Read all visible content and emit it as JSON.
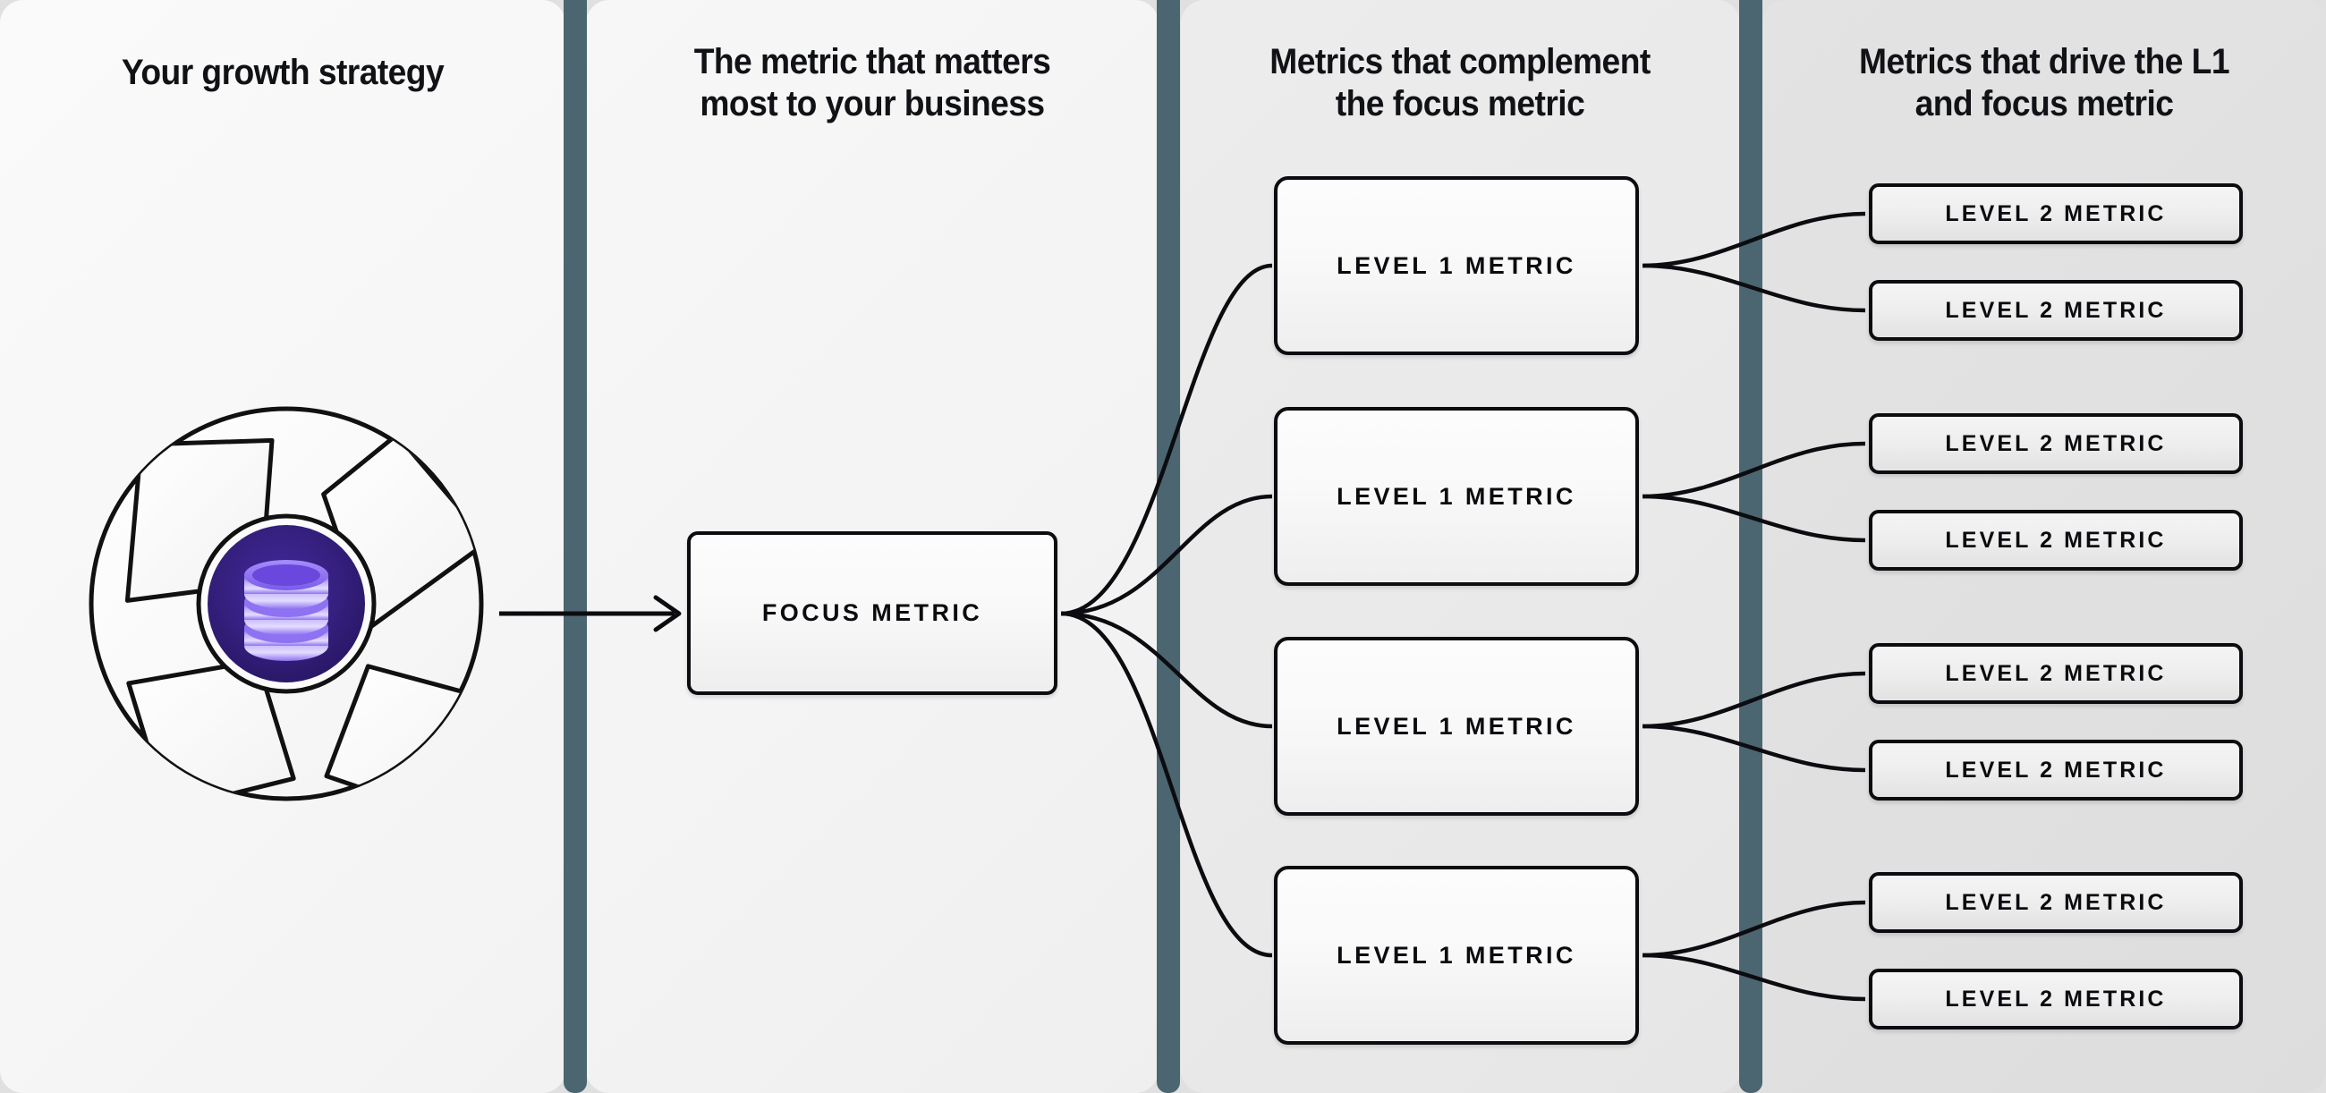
{
  "columns": [
    {
      "id": "growth-strategy",
      "heading": "Your growth strategy"
    },
    {
      "id": "focus-metric",
      "heading": "The metric that matters\nmost to your business"
    },
    {
      "id": "complement",
      "heading": "Metrics that complement\nthe focus metric"
    },
    {
      "id": "drivers",
      "heading": "Metrics that drive the L1\nand focus metric"
    }
  ],
  "headings": {
    "col1": "Your growth strategy",
    "col2_line1": "The metric that matters",
    "col2_line2": "most to your business",
    "col3_line1": "Metrics that complement",
    "col3_line2": "the focus metric",
    "col4_line1": "Metrics that drive the L1",
    "col4_line2": "and focus metric"
  },
  "logo": {
    "name": "aperture-database-logo",
    "center_icon": "database-icon",
    "ring_shape": "camera-aperture",
    "colors": {
      "core_outer": "#2c1a6e",
      "core_inner": "#3a2396",
      "db_light": "#c9bdfb",
      "db_mid": "#8b6cf0",
      "db_dark": "#5b3fd1",
      "outline": "#111111",
      "blade": "#fbfbfb"
    }
  },
  "nodes": {
    "focus": {
      "label": "FOCUS METRIC"
    },
    "level1": [
      {
        "label": "LEVEL 1 METRIC"
      },
      {
        "label": "LEVEL 1 METRIC"
      },
      {
        "label": "LEVEL 1 METRIC"
      },
      {
        "label": "LEVEL 1 METRIC"
      }
    ],
    "level2": [
      {
        "label": "LEVEL 2 METRIC"
      },
      {
        "label": "LEVEL 2 METRIC"
      },
      {
        "label": "LEVEL 2 METRIC"
      },
      {
        "label": "LEVEL 2 METRIC"
      },
      {
        "label": "LEVEL 2 METRIC"
      },
      {
        "label": "LEVEL 2 METRIC"
      },
      {
        "label": "LEVEL 2 METRIC"
      },
      {
        "label": "LEVEL 2 METRIC"
      }
    ]
  },
  "theme": {
    "divider_color": "#4b6670",
    "stroke_color": "#0c0c10",
    "text_color": "#111216",
    "col1_bg": "#f8f8f8",
    "col2_bg": "#f3f3f3",
    "col3_bg": "#e9e9e9",
    "col4_bg": "#e0e0e0"
  }
}
